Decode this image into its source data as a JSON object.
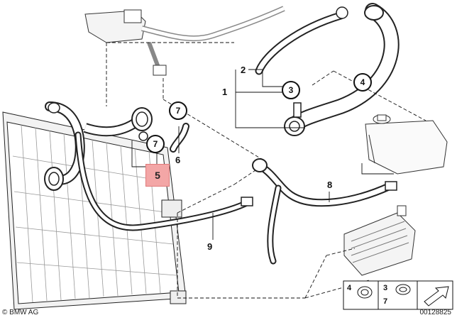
{
  "parts": {
    "p1": "1",
    "p2": "2",
    "p3": "3",
    "p4": "4",
    "p5": "5",
    "p6": "6",
    "p7a": "7",
    "p7b": "7",
    "p8": "8",
    "p9": "9"
  },
  "legend": {
    "l4": "4",
    "l3": "3",
    "l7": "7"
  },
  "copyright": "© BMW AG",
  "diagram_code": "00128825",
  "colors": {
    "highlight": "#f3a6a6",
    "line": "#111111"
  }
}
